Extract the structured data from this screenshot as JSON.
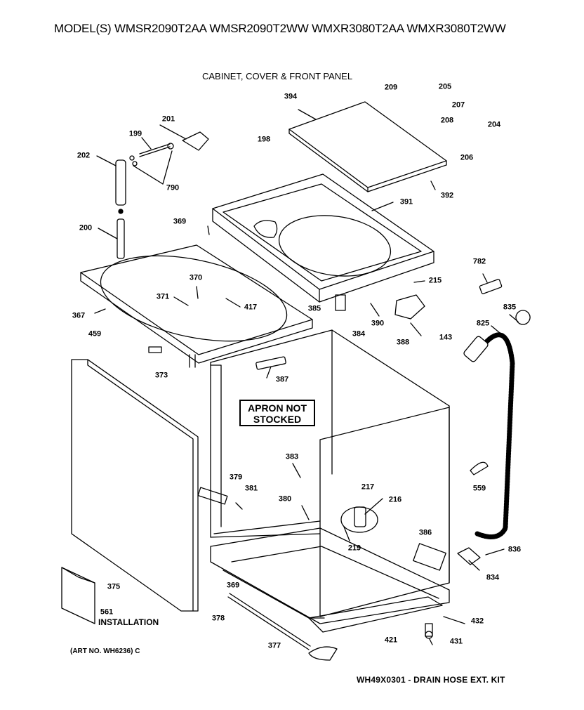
{
  "header": {
    "models": "MODEL(S) WMSR2090T2AA  WMSR2090T2WW  WMXR3080T2AA  WMXR3080T2WW",
    "section_title": "CABINET, COVER & FRONT PANEL"
  },
  "notes": {
    "apron_line1": "APRON NOT",
    "apron_line2": "STOCKED",
    "installation": "INSTALLATION",
    "art_no": "(ART NO. WH6236) C",
    "kit": "WH49X0301 - DRAIN HOSE EXT. KIT"
  },
  "callouts": [
    {
      "id": "209",
      "label": "209"
    },
    {
      "id": "205",
      "label": "205"
    },
    {
      "id": "207",
      "label": "207"
    },
    {
      "id": "394",
      "label": "394"
    },
    {
      "id": "208",
      "label": "208"
    },
    {
      "id": "204",
      "label": "204"
    },
    {
      "id": "201",
      "label": "201"
    },
    {
      "id": "199",
      "label": "199"
    },
    {
      "id": "198",
      "label": "198"
    },
    {
      "id": "206",
      "label": "206"
    },
    {
      "id": "202",
      "label": "202"
    },
    {
      "id": "790",
      "label": "790"
    },
    {
      "id": "392",
      "label": "392"
    },
    {
      "id": "391",
      "label": "391"
    },
    {
      "id": "369a",
      "label": "369"
    },
    {
      "id": "200",
      "label": "200"
    },
    {
      "id": "782",
      "label": "782"
    },
    {
      "id": "370",
      "label": "370"
    },
    {
      "id": "215",
      "label": "215"
    },
    {
      "id": "371",
      "label": "371"
    },
    {
      "id": "417",
      "label": "417"
    },
    {
      "id": "385",
      "label": "385"
    },
    {
      "id": "835",
      "label": "835"
    },
    {
      "id": "390",
      "label": "390"
    },
    {
      "id": "367",
      "label": "367"
    },
    {
      "id": "825",
      "label": "825"
    },
    {
      "id": "384",
      "label": "384"
    },
    {
      "id": "143",
      "label": "143"
    },
    {
      "id": "388",
      "label": "388"
    },
    {
      "id": "459",
      "label": "459"
    },
    {
      "id": "373",
      "label": "373"
    },
    {
      "id": "387",
      "label": "387"
    },
    {
      "id": "383",
      "label": "383"
    },
    {
      "id": "379",
      "label": "379"
    },
    {
      "id": "559",
      "label": "559"
    },
    {
      "id": "381",
      "label": "381"
    },
    {
      "id": "217",
      "label": "217"
    },
    {
      "id": "216",
      "label": "216"
    },
    {
      "id": "380",
      "label": "380"
    },
    {
      "id": "386",
      "label": "386"
    },
    {
      "id": "219",
      "label": "219"
    },
    {
      "id": "836",
      "label": "836"
    },
    {
      "id": "834",
      "label": "834"
    },
    {
      "id": "375",
      "label": "375"
    },
    {
      "id": "369b",
      "label": "369"
    },
    {
      "id": "561",
      "label": "561"
    },
    {
      "id": "378",
      "label": "378"
    },
    {
      "id": "432",
      "label": "432"
    },
    {
      "id": "421",
      "label": "421"
    },
    {
      "id": "377",
      "label": "377"
    },
    {
      "id": "431",
      "label": "431"
    }
  ]
}
